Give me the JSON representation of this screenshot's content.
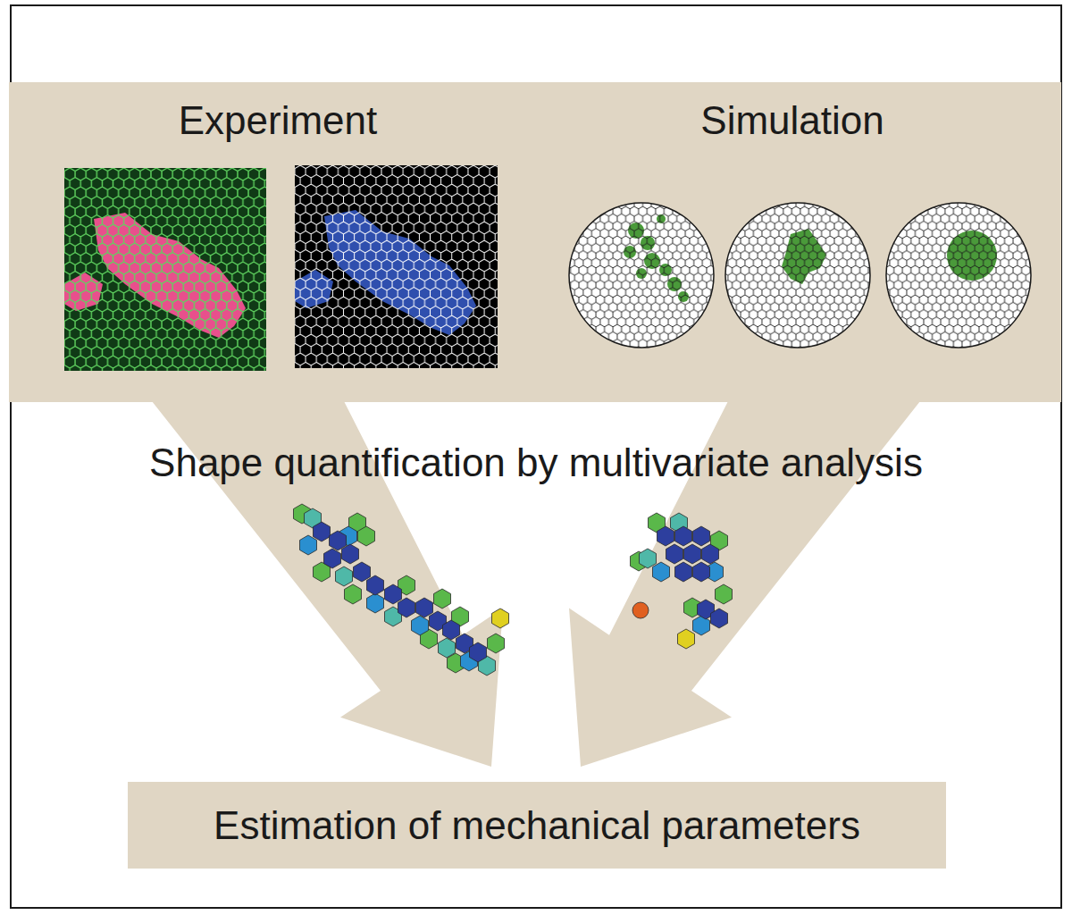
{
  "diagram": {
    "nodes": [
      {
        "text": [
          "Experiment"
        ]
      },
      {
        "text": [
          "Simulation"
        ]
      },
      {
        "text": [
          "Estimation of mechanical parameters"
        ]
      }
    ],
    "edges": [
      {
        "from": 0,
        "to": 2,
        "arrow": "to"
      },
      {
        "from": 1,
        "to": 2,
        "arrow": "to"
      }
    ],
    "labels": [
      "Shape quantification by multivariate analysis"
    ]
  }
}
